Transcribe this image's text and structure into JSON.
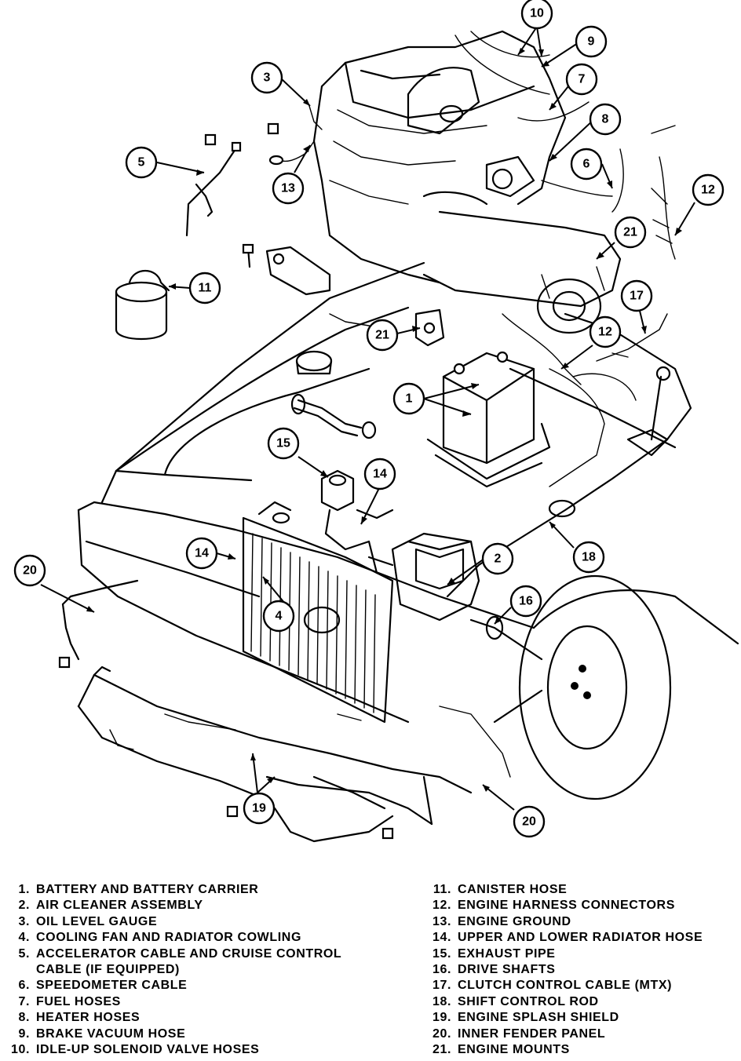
{
  "callouts": [
    {
      "id": "c1",
      "text": "1"
    },
    {
      "id": "c2",
      "text": "2"
    },
    {
      "id": "c3",
      "text": "3"
    },
    {
      "id": "c4",
      "text": "4"
    },
    {
      "id": "c5",
      "text": "5"
    },
    {
      "id": "c6",
      "text": "6"
    },
    {
      "id": "c7",
      "text": "7"
    },
    {
      "id": "c8",
      "text": "8"
    },
    {
      "id": "c9",
      "text": "9"
    },
    {
      "id": "c10",
      "text": "10"
    },
    {
      "id": "c11",
      "text": "11"
    },
    {
      "id": "c12a",
      "text": "12"
    },
    {
      "id": "c12b",
      "text": "12"
    },
    {
      "id": "c13",
      "text": "13"
    },
    {
      "id": "c14a",
      "text": "14"
    },
    {
      "id": "c14b",
      "text": "14"
    },
    {
      "id": "c15",
      "text": "15"
    },
    {
      "id": "c16",
      "text": "16"
    },
    {
      "id": "c17",
      "text": "17"
    },
    {
      "id": "c18",
      "text": "18"
    },
    {
      "id": "c19",
      "text": "19"
    },
    {
      "id": "c20a",
      "text": "20"
    },
    {
      "id": "c20b",
      "text": "20"
    },
    {
      "id": "c21a",
      "text": "21"
    },
    {
      "id": "c21b",
      "text": "21"
    }
  ],
  "legend": {
    "left": [
      {
        "num": "1.",
        "text": "BATTERY AND BATTERY CARRIER"
      },
      {
        "num": "2.",
        "text": "AIR CLEANER ASSEMBLY"
      },
      {
        "num": "3.",
        "text": "OIL LEVEL GAUGE"
      },
      {
        "num": "4.",
        "text": "COOLING FAN AND RADIATOR COWLING"
      },
      {
        "num": "5.",
        "text": "ACCELERATOR CABLE AND CRUISE CONTROL"
      },
      {
        "num": "",
        "text": "CABLE (IF EQUIPPED)"
      },
      {
        "num": "6.",
        "text": "SPEEDOMETER CABLE"
      },
      {
        "num": "7.",
        "text": "FUEL HOSES"
      },
      {
        "num": "8.",
        "text": "HEATER HOSES"
      },
      {
        "num": "9.",
        "text": "BRAKE VACUUM HOSE"
      },
      {
        "num": "10.",
        "text": "IDLE-UP SOLENOID VALVE HOSES"
      }
    ],
    "right": [
      {
        "num": "11.",
        "text": "CANISTER HOSE"
      },
      {
        "num": "12.",
        "text": "ENGINE HARNESS CONNECTORS"
      },
      {
        "num": "13.",
        "text": "ENGINE GROUND"
      },
      {
        "num": "14.",
        "text": "UPPER AND LOWER RADIATOR HOSE"
      },
      {
        "num": "15.",
        "text": "EXHAUST PIPE"
      },
      {
        "num": "16.",
        "text": "DRIVE SHAFTS"
      },
      {
        "num": "17.",
        "text": "CLUTCH CONTROL CABLE (MTX)"
      },
      {
        "num": "18.",
        "text": "SHIFT CONTROL ROD"
      },
      {
        "num": "19.",
        "text": "ENGINE SPLASH SHIELD"
      },
      {
        "num": "20.",
        "text": "INNER FENDER PANEL"
      },
      {
        "num": "21.",
        "text": "ENGINE MOUNTS"
      }
    ]
  }
}
